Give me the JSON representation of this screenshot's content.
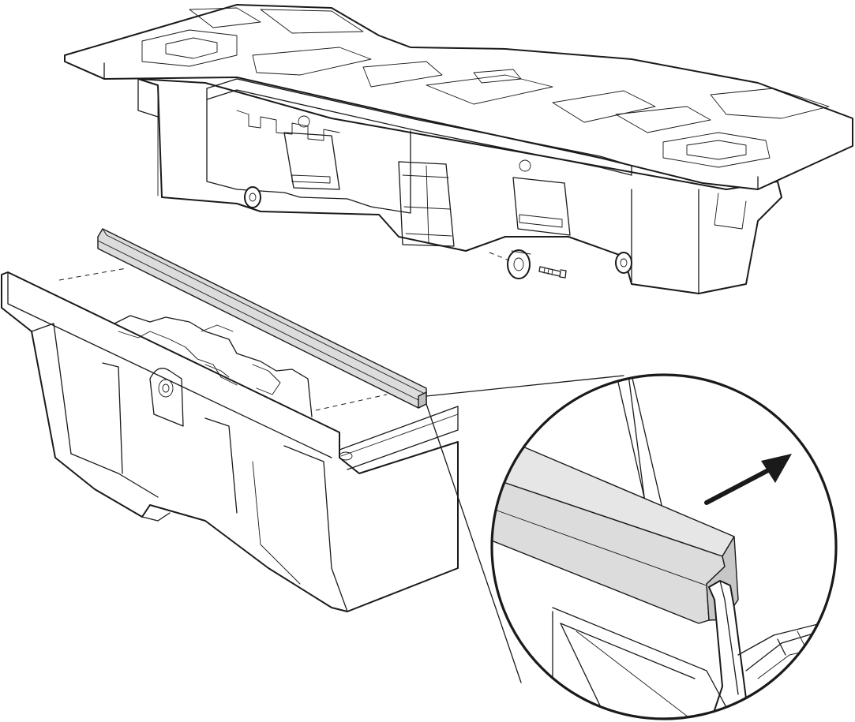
{
  "figure": {
    "assembly": "storage-box-assembly",
    "part": "seal-strip",
    "detail": "magnified-detail",
    "direction": "install-direction-arrow"
  },
  "colors": {
    "line": "#1a1a1a",
    "seal_fill": "#dcdcdc",
    "seal_top": "#e6e6e6",
    "background": "#ffffff"
  }
}
